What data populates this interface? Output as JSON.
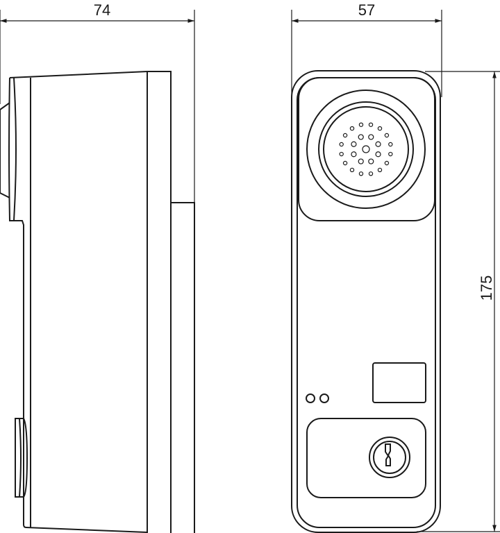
{
  "dimensions": {
    "depth_label": "74",
    "width_label": "57",
    "height_label": "175"
  },
  "colors": {
    "line": "#1a1a1a",
    "background": "#ffffff"
  }
}
